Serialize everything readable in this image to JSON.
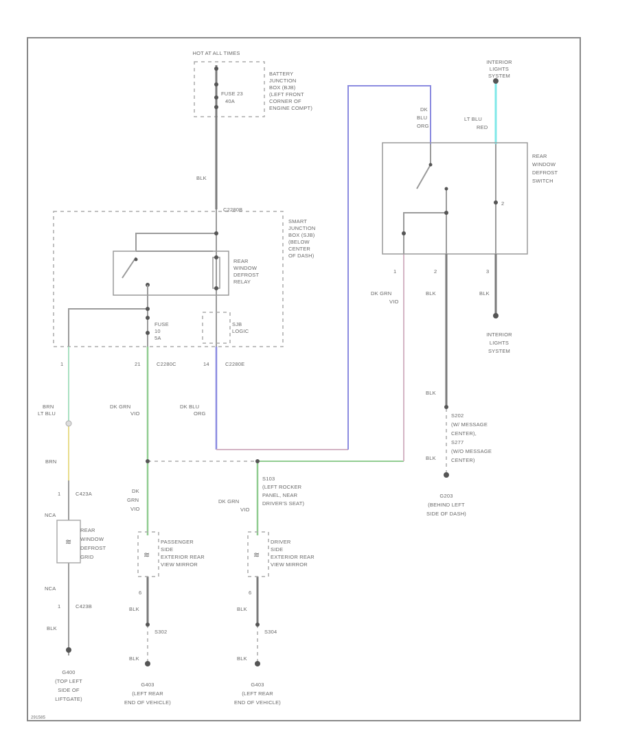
{
  "diagram": {
    "code": "291585",
    "colors": {
      "frame": "#888888",
      "wire": "#7a7a7a",
      "blu": "#8a8ae0",
      "grn": "#90cc90",
      "ltgrn": "#a8e0c0",
      "yel": "#e8dc8a",
      "pink": "#d4b4c4",
      "cyan": "#7fe8e8"
    },
    "bjb": {
      "power": "HOT AT ALL TIMES",
      "fuse": "FUSE 23",
      "fuse_rating": "40A",
      "name": [
        "BATTERY",
        "JUNCTION",
        "BOX (BJB)",
        "(LEFT FRONT",
        "CORNER OF",
        "ENGINE COMPT)"
      ]
    },
    "bjb_out_wire": "BLK",
    "sjb": {
      "connector_top": "C2280B",
      "name": [
        "SMART",
        "JUNCTION",
        "BOX (SJB)",
        "(BELOW",
        "CENTER",
        "OF DASH)"
      ],
      "relay": [
        "REAR",
        "WINDOW",
        "DEFROST",
        "RELAY"
      ],
      "fuse": [
        "FUSE",
        "10",
        "5A"
      ],
      "logic": [
        "SJB",
        "LOGIC"
      ],
      "pins": [
        "1",
        "21",
        "14"
      ],
      "connector_c": "C2280C",
      "connector_e": "C2280E"
    },
    "wires": {
      "grid_feed": [
        "BRN",
        "LT BLU"
      ],
      "grid_feed2": "BRN",
      "mirror_feed": [
        "DK GRN",
        "VIO"
      ],
      "switch_feed": [
        "DK BLU",
        "ORG"
      ],
      "pass_mirror": [
        "DK",
        "GRN",
        "VIO"
      ],
      "drv_mirror": [
        "DK GRN",
        "VIO"
      ]
    },
    "grid": {
      "conn_a": "C423A",
      "pin_a": "1",
      "nca1": "NCA",
      "name": [
        "REAR",
        "WINDOW",
        "DEFROST",
        "GRID"
      ],
      "nca2": "NCA",
      "pin_b": "1",
      "conn_b": "C423B",
      "wire": "BLK",
      "ground": [
        "G400",
        "(TOP LEFT",
        "SIDE OF",
        "LIFTGATE)"
      ]
    },
    "splice_s103": [
      "S103",
      "(LEFT ROCKER",
      "PANEL, NEAR",
      "DRIVER'S SEAT)"
    ],
    "pass_mirror": {
      "name": [
        "PASSENGER",
        "SIDE",
        "EXTERIOR REAR",
        "VIEW MIRROR"
      ],
      "pin": "6",
      "wire": "BLK",
      "splice": "S302",
      "wire2": "BLK",
      "ground": [
        "G403",
        "(LEFT REAR",
        "END OF VEHICLE)"
      ]
    },
    "drv_mirror": {
      "name": [
        "DRIVER",
        "SIDE",
        "EXTERIOR REAR",
        "VIEW MIRROR"
      ],
      "pin": "6",
      "wire": "BLK",
      "splice": "S304",
      "wire2": "BLK",
      "ground": [
        "G403",
        "(LEFT REAR",
        "END OF VEHICLE)"
      ]
    },
    "switch": {
      "top_label": [
        "INTERIOR",
        "LIGHTS",
        "SYSTEM"
      ],
      "in_wire1": [
        "DK",
        "BLU",
        "ORG"
      ],
      "in_wire2": [
        "LT BLU",
        "RED"
      ],
      "name": [
        "REAR",
        "WINDOW",
        "DEFROST",
        "SWITCH"
      ],
      "pins": [
        "1",
        "2",
        "3"
      ],
      "pin_b": "2",
      "out1": [
        "DK GRN",
        "VIO"
      ],
      "out2": "BLK",
      "out3": "BLK",
      "bottom_label": [
        "INTERIOR",
        "LIGHTS",
        "SYSTEM"
      ]
    },
    "ground_g203": {
      "wire": "BLK",
      "splice": [
        "S202",
        "(W/ MESSAGE",
        "CENTER),",
        "S277",
        "(W/O MESSAGE",
        "CENTER)"
      ],
      "wire2": "BLK",
      "ground": [
        "G203",
        "(BEHIND LEFT",
        "SIDE OF DASH)"
      ]
    }
  }
}
